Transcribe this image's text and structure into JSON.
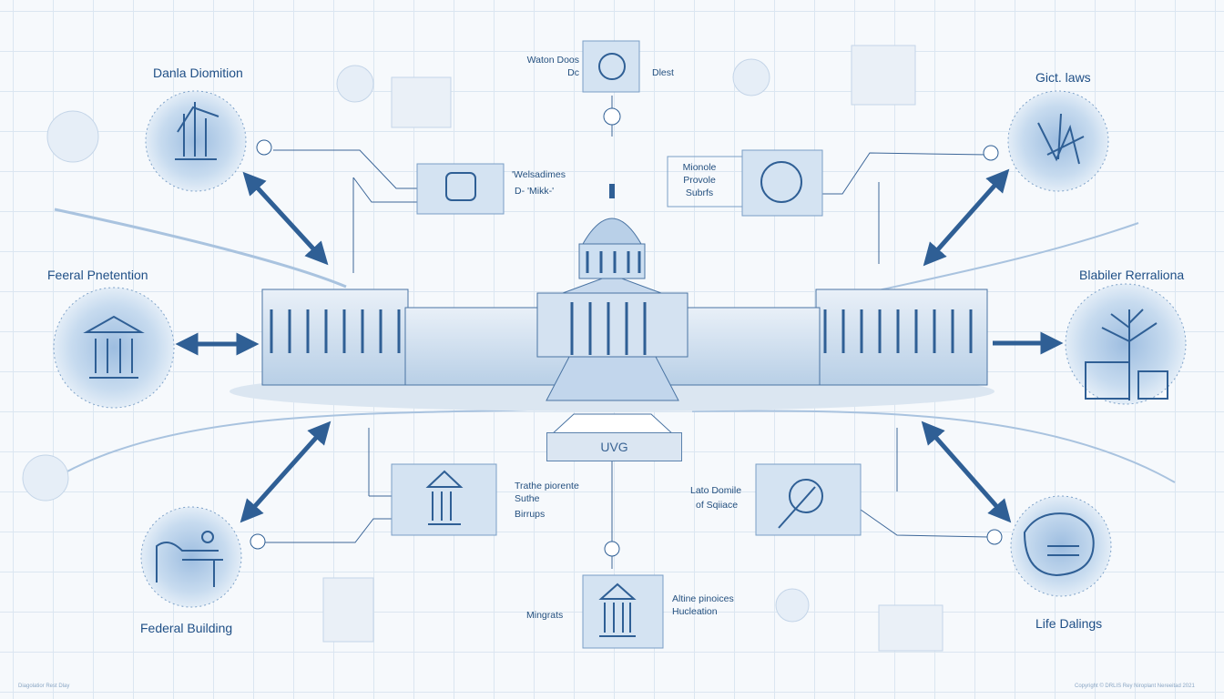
{
  "colors": {
    "primary": "#2f5f95",
    "light": "#cfdff0",
    "background": "#f6f9fc"
  },
  "nodes": [
    {
      "label": "Danla Diomition",
      "icon": "chart-icon"
    },
    {
      "label": "Feeral Pnetention",
      "icon": "temple-icon"
    },
    {
      "label": "Federal Building",
      "icon": "desk-icon"
    },
    {
      "label": "Gict. laws",
      "icon": "figure-icon"
    },
    {
      "label": "Blabiler Rerraliona",
      "icon": "tree-network-icon"
    },
    {
      "label": "Life Dalings",
      "icon": "document-icon"
    }
  ],
  "boxes": {
    "top": {
      "left": [
        "Waton Doos",
        "Dc"
      ],
      "right": "Dlest"
    },
    "upper_left": [
      "'Welsadimes",
      "D- 'Mikk-'"
    ],
    "upper_right": [
      "Mionole",
      "Provole",
      "Subrfs"
    ],
    "center": "UVG",
    "lower_left": [
      "Trathe piorente",
      "Suthe",
      "Birrups"
    ],
    "lower_right": [
      "Lato Domile",
      "of Sqiiace"
    ],
    "bottom": {
      "left": "Mingrats",
      "right": [
        "Altine pinoices",
        "Hucleation"
      ]
    }
  },
  "footer": {
    "left": "Diagolatior Rest Dlay",
    "right": "Copyright © DRLIS Rey Niroplant Nereeitad 2021"
  }
}
